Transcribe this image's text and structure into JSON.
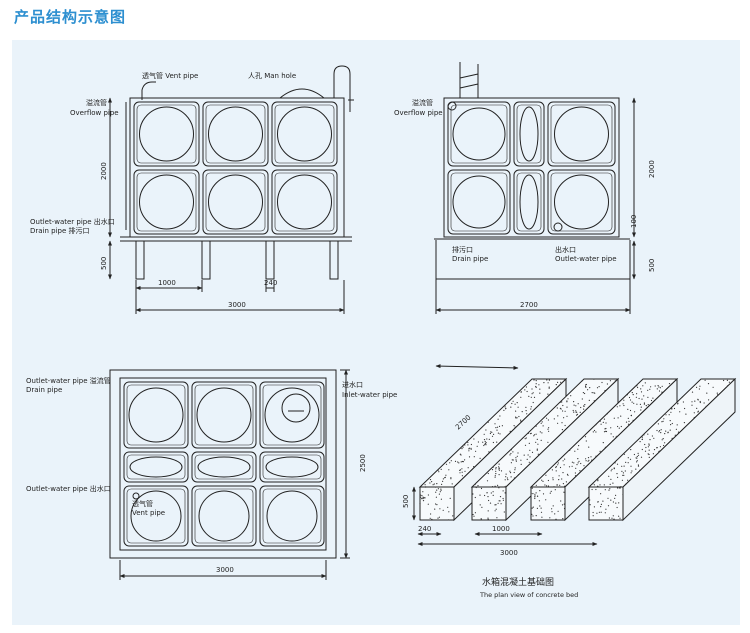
{
  "heading": "产品结构示意图",
  "colors": {
    "heading": "#2d8fd0",
    "panel": "#eaf3fa",
    "line": "#222222",
    "concrete_dots": "#333333"
  },
  "front_view": {
    "vent_pipe": "透气管 Vent pipe",
    "man_hole": "人孔 Man hole",
    "overflow_cn": "溢流管",
    "overflow_en": "Overflow pipe",
    "outlet_line": "Outlet-water pipe 出水口",
    "drain_line": "Drain pipe 排污口",
    "dim_height": "2000",
    "dim_base": "500",
    "dim_bay": "1000",
    "dim_beam": "240",
    "dim_length": "3000"
  },
  "side_view": {
    "overflow_cn": "溢流管",
    "overflow_en": "Overflow pipe",
    "drain_cn": "排污口",
    "drain_en": "Drain pipe",
    "outlet_cn": "出水口",
    "outlet_en": "Outlet-water pipe",
    "dim_height": "2000",
    "dim_outlet": "100",
    "dim_base": "500",
    "dim_width": "2700"
  },
  "plan_view": {
    "outlet_line1": "Outlet-water pipe 溢流管",
    "drain_line": "Drain pipe",
    "inlet_cn": "进水口",
    "inlet_en": "Inlet-water pipe",
    "outlet_line2": "Outlet-water pipe 出水口",
    "vent_cn": "透气管",
    "vent_en": "Vent pipe",
    "dim_width": "2500",
    "dim_length": "3000"
  },
  "concrete_bed": {
    "dim_diag": "2700",
    "dim_height": "500",
    "dim_beam": "240",
    "dim_gap": "1000",
    "dim_length": "3000",
    "caption_cn": "水箱混凝土基础图",
    "caption_en": "The plan view of concrete bed"
  }
}
